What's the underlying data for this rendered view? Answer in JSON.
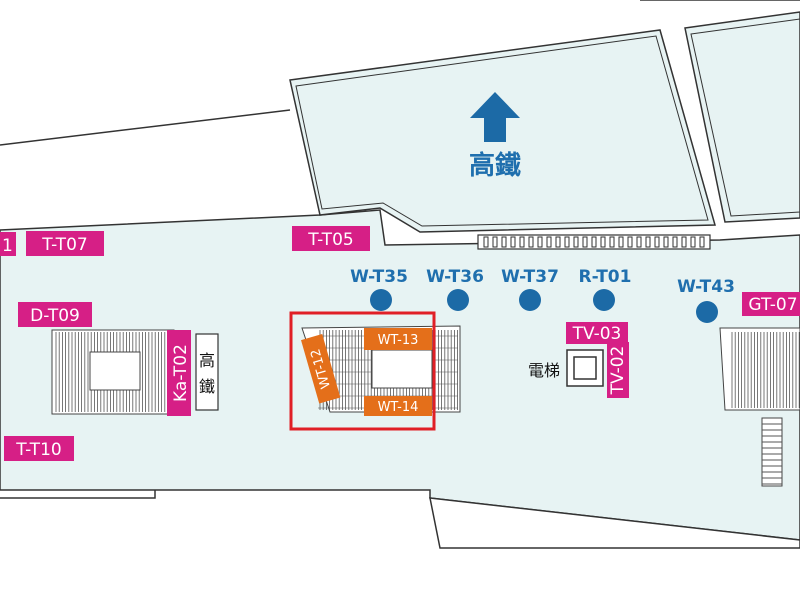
{
  "colors": {
    "floor": "#e7f3f3",
    "outline": "#333333",
    "pink": "#d61f86",
    "orange": "#e46f1a",
    "blue_marker": "#1c6aa6",
    "blue_text": "#1f6fae",
    "highlight": "#e01f26"
  },
  "hsr": {
    "label": "高鐵",
    "icon": "arrow-up-icon"
  },
  "hsr_vertical": {
    "char1": "高",
    "char2": "鐵"
  },
  "elevator": {
    "label": "電梯",
    "icon": "elevator-icon"
  },
  "pink_labels": {
    "t_t07": "T-T07",
    "t_t05": "T-T05",
    "d_t09": "D-T09",
    "ka_t02": "Ka-T02",
    "t_t10": "T-T10",
    "gt_07": "GT-07",
    "tv_03": "TV-03",
    "tv_02": "TV-02",
    "partial_left": "1"
  },
  "orange_labels": {
    "wt_13": "WT-13",
    "wt_12": "WT-12",
    "wt_14": "WT-14"
  },
  "blue_markers": {
    "w_t35": "W-T35",
    "w_t36": "W-T36",
    "w_t37": "W-T37",
    "r_t01": "R-T01",
    "w_t43": "W-T43"
  }
}
